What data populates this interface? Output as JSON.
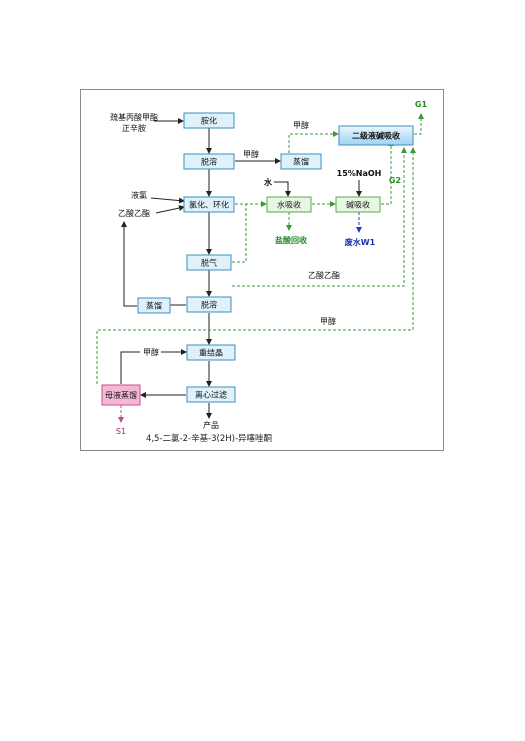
{
  "nodes": {
    "amination": "胺化",
    "desolvation1": "脱溶",
    "distill_top": "蒸馏",
    "two_stage": "二级液碱吸收",
    "chlor_cycl": "氯化、环化",
    "water_abs": "水吸收",
    "alkali_abs": "碱吸收",
    "degas": "脱气",
    "distill_left": "蒸馏",
    "desolvation2": "脱溶",
    "recryst": "重结晶",
    "mother_liquor": "母液蒸馏",
    "centrifuge": "离心过滤"
  },
  "labels": {
    "feed1": "巯基丙酸甲酯",
    "feed2": "正辛胺",
    "methanol_top": "甲醇",
    "methanol_mid": "甲醇",
    "liquid_cl": "液氯",
    "ethyl_acetate_left": "乙酸乙酯",
    "water": "水",
    "naoh": "15%NaOH",
    "g1": "G1",
    "g2": "G2",
    "hcl_recovery": "盐酸回收",
    "waste_water": "废水W1",
    "ethyl_acetate_right": "乙酸乙酯",
    "methanol_loop": "甲醇",
    "methanol_recryst": "甲醇",
    "s1": "S1",
    "product": "产品",
    "caption": "4,5-二氯-2-辛基-3(2H)-异噻唑酮"
  },
  "colors": {
    "box_fill": "#dff2fb",
    "box_border": "#3a8fbf",
    "green_fill": "#e8f7e4",
    "green_border": "#5aa84a",
    "pink_fill": "#f6b6d6",
    "pink_border": "#c8528e",
    "flow_black": "#222222",
    "flow_green": "#3a9a3a",
    "flow_blue": "#2a3ac0",
    "flow_pink": "#c04a8a"
  }
}
